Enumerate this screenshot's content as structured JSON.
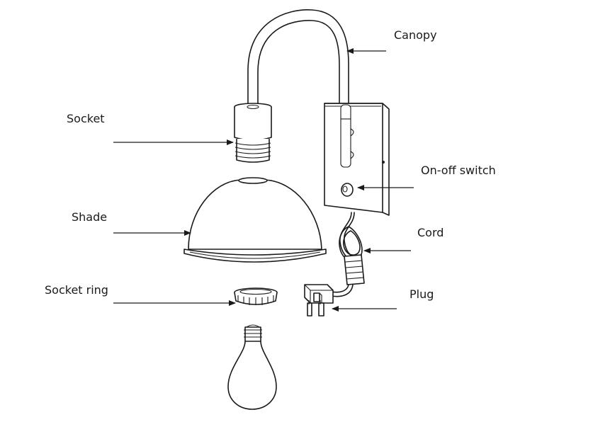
{
  "labels": {
    "canopy": "Canopy",
    "socket": "Socket",
    "on_off_switch": "On-off switch",
    "shade": "Shade",
    "cord": "Cord",
    "socket_ring": "Socket ring",
    "plug": "Plug"
  }
}
